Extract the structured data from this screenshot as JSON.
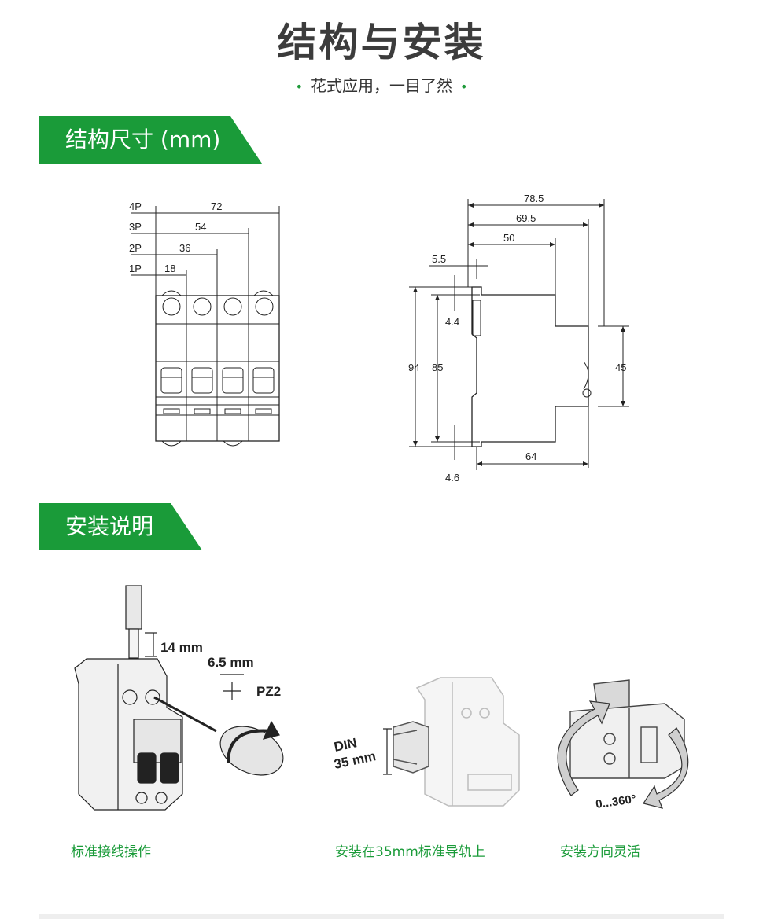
{
  "page": {
    "title": "结构与安装",
    "subtitle": "花式应用，一目了然",
    "bullet": "•"
  },
  "sections": {
    "dimensions_banner": "结构尺寸 (mm)",
    "install_banner": "安装说明"
  },
  "front_view": {
    "poles": [
      "4P",
      "3P",
      "2P",
      "1P"
    ],
    "widths": [
      "72",
      "54",
      "36",
      "18"
    ]
  },
  "side_view": {
    "depth_total": "78.5",
    "depth_2": "69.5",
    "depth_3": "50",
    "top_offset": "5.5",
    "clip_top": "4.4",
    "height_total": "94",
    "height_body": "85",
    "rail_height": "45",
    "base_depth": "64",
    "clip_bottom": "4.6"
  },
  "install": {
    "strip_length": "14 mm",
    "screw_size": "6.5 mm",
    "screwdriver": "PZ2",
    "din_label_1": "DIN",
    "din_label_2": "35 mm",
    "rotation": "0...360°",
    "captions": [
      "标准接线操作",
      "安装在35mm标准导轨上",
      "安装方向灵活"
    ]
  },
  "colors": {
    "accent": "#1a9b39",
    "title": "#3c3c3c"
  }
}
